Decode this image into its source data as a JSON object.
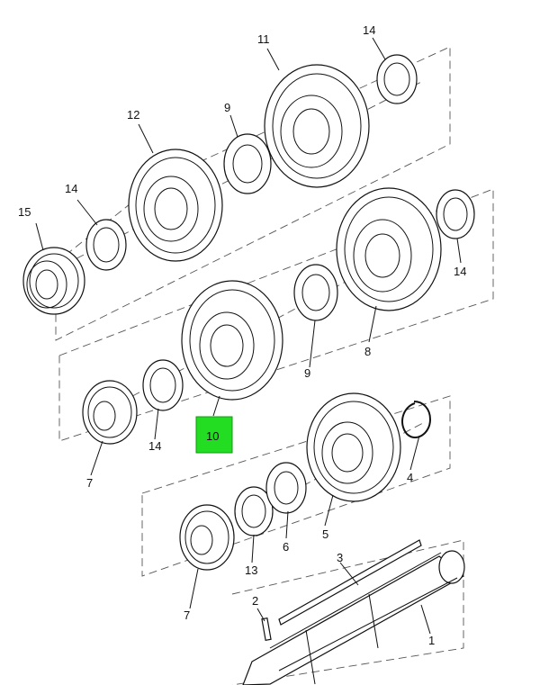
{
  "diagram": {
    "callouts": {
      "c1": "1",
      "c2": "2",
      "c3": "3",
      "c4": "4",
      "c5": "5",
      "c6": "6",
      "c7a": "7",
      "c7b": "7",
      "c8": "8",
      "c9a": "9",
      "c9b": "9",
      "c10": "10",
      "c11": "11",
      "c12": "12",
      "c13": "13",
      "c14a": "14",
      "c14b": "14",
      "c14c": "14",
      "c14d": "14",
      "c15": "15"
    },
    "highlight_color": "#22dd22"
  }
}
